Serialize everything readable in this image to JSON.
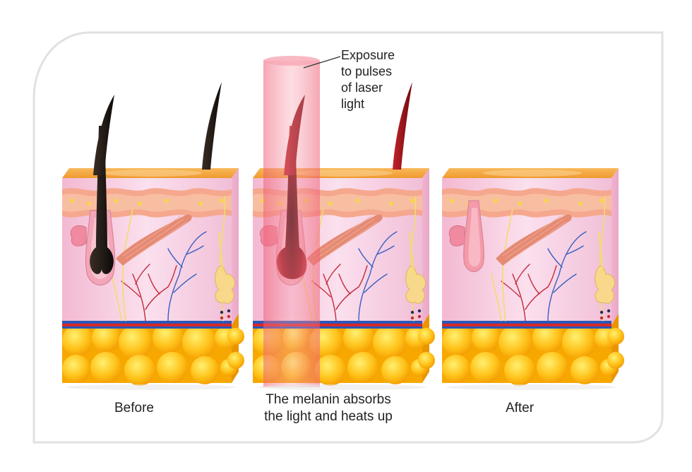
{
  "panels": {
    "before": {
      "caption": [
        "Before"
      ]
    },
    "middle": {
      "caption": [
        "The melanin absorbs",
        "the light and heats up"
      ]
    },
    "after": {
      "caption": [
        "After"
      ]
    }
  },
  "laser_callout": [
    "Exposure",
    "to pulses",
    "of laser",
    "light"
  ],
  "colors": {
    "frame_border": "#dcdcdc",
    "skin_top": "#f3a23c",
    "epidermis": "#f7b9a8",
    "dermis": "#f7c9dc",
    "fat": "#ffc21a",
    "hair_dark": "#1c1612",
    "hair_burnt": "#9c0f14",
    "laser_beam": "#f06a7e",
    "artery": "#d62828",
    "vein": "#2a56b8",
    "nerve": "#f2dd6a",
    "muscle": "#e58a73"
  }
}
